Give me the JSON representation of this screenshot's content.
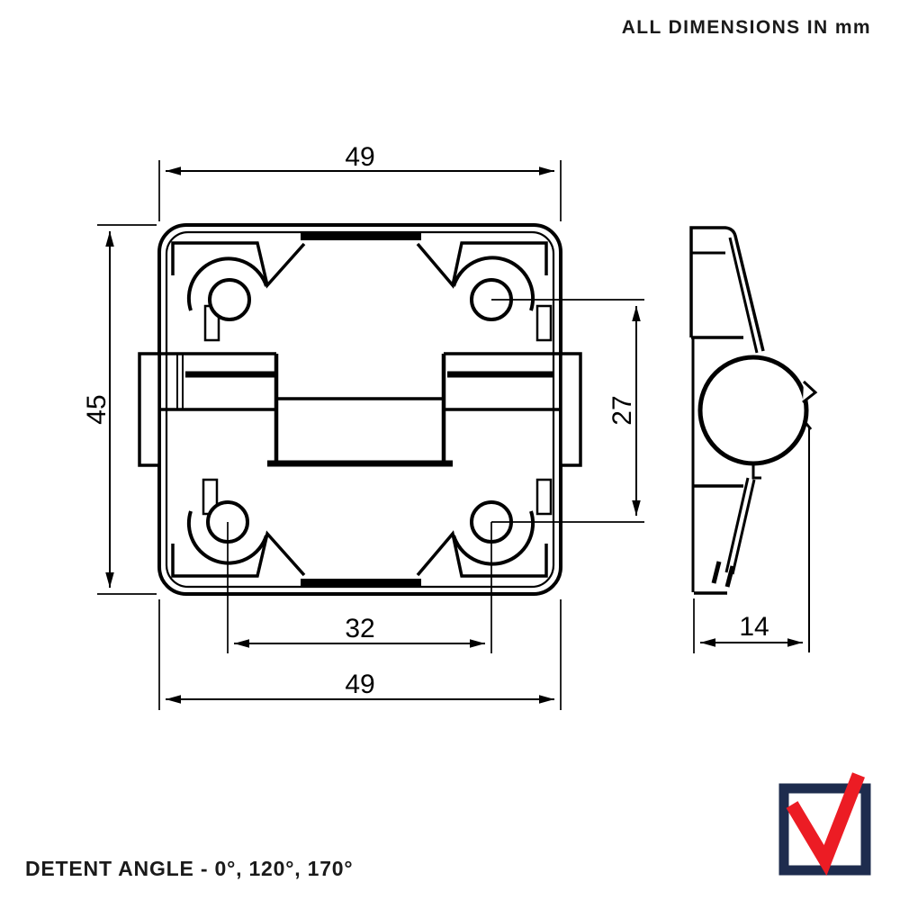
{
  "header": {
    "note": "ALL DIMENSIONS IN mm"
  },
  "footer": {
    "note": "DETENT ANGLE - 0°, 120°, 170°"
  },
  "drawing": {
    "views": [
      "front-view",
      "side-view"
    ],
    "dimensions": {
      "overall_width_top": "49",
      "overall_height": "45",
      "hole_vertical_spacing": "27",
      "hole_horizontal_spacing": "32",
      "overall_width_bottom": "49",
      "side_depth": "14"
    },
    "line_color": "#000000"
  },
  "logo": {
    "icon": "checkbox-check-logo",
    "square_color": "#1e2c4e",
    "check_color": "#ec1c24"
  }
}
